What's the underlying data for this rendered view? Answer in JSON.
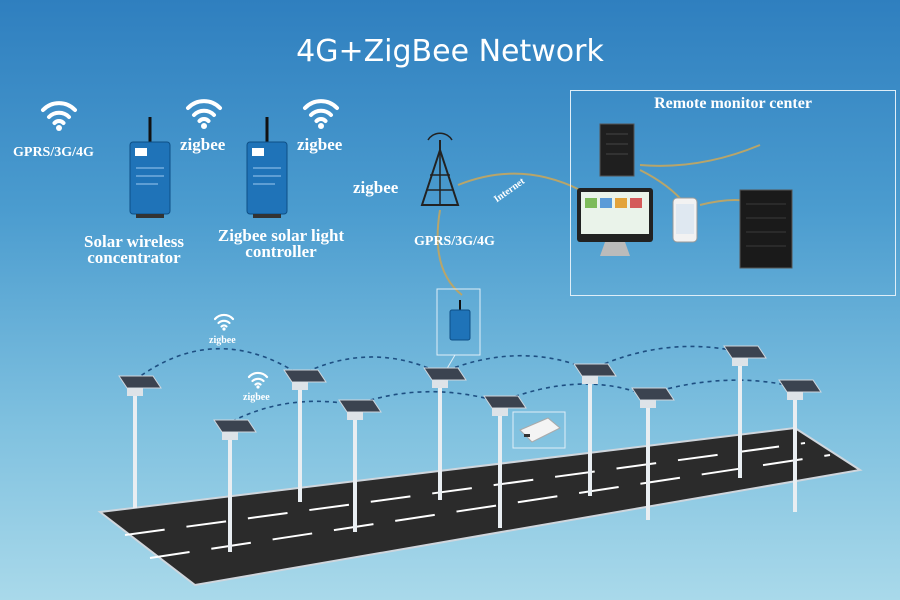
{
  "title": "4G+ZigBee Network",
  "labels": {
    "gprs_left": "GPRS/3G/4G",
    "zigbee_1": "zigbee",
    "zigbee_2": "zigbee",
    "zigbee_tower": "zigbee",
    "internet": "Internet",
    "gprs_tower": "GPRS/3G/4G",
    "concentrator_line1": "Solar wireless",
    "concentrator_line2": "concentrator",
    "controller_line1": "Zigbee solar light",
    "controller_line2": "controller",
    "zigbee_small_1": "zigbee",
    "zigbee_small_2": "zigbee"
  },
  "monitor_center": {
    "title": "Remote monitor center"
  },
  "colors": {
    "sky_top": "#2f7fbf",
    "device_blue": "#1f73b8",
    "road": "#2b2b2b"
  },
  "icons": [
    "wifi-icon",
    "cell-tower-icon",
    "server-icon",
    "desktop-monitor-icon",
    "smartphone-icon",
    "street-light-icon"
  ]
}
